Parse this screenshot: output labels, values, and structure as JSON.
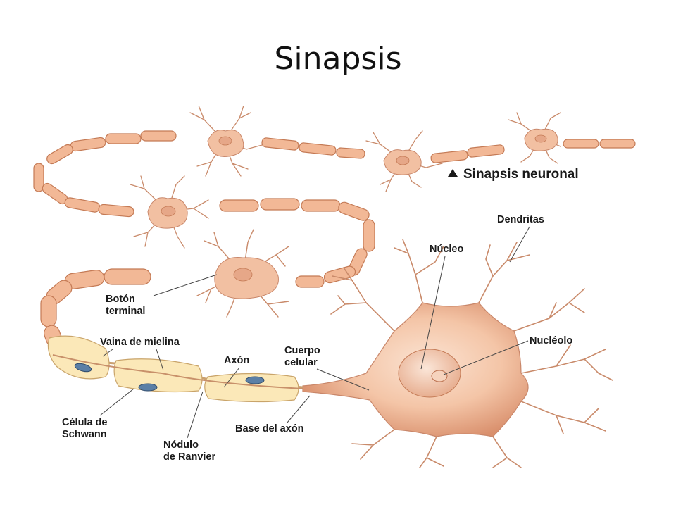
{
  "slide": {
    "title": "Sinapsis"
  },
  "diagram": {
    "caption": "Sinapsis neuronal",
    "labels": {
      "dendritas": "Dendritas",
      "nucleo": "Núcleo",
      "nucleolo": "Nucléolo",
      "boton_line1": "Botón",
      "boton_line2": "terminal",
      "vaina": "Vaina de mielina",
      "axon": "Axón",
      "cuerpo_line1": "Cuerpo",
      "cuerpo_line2": "celular",
      "celula_line1": "Célula de",
      "celula_line2": "Schwann",
      "base": "Base del axón",
      "nodulo_line1": "Nódulo",
      "nodulo_line2": "de Ranvier"
    },
    "colors": {
      "cell": "#f2c6a8",
      "cell_dark": "#d98f6c",
      "myelin": "#fbe8b8",
      "schwann_nucleus": "#5b7fa6"
    },
    "icons": {
      "caption_marker": "triangle-up-icon"
    }
  }
}
